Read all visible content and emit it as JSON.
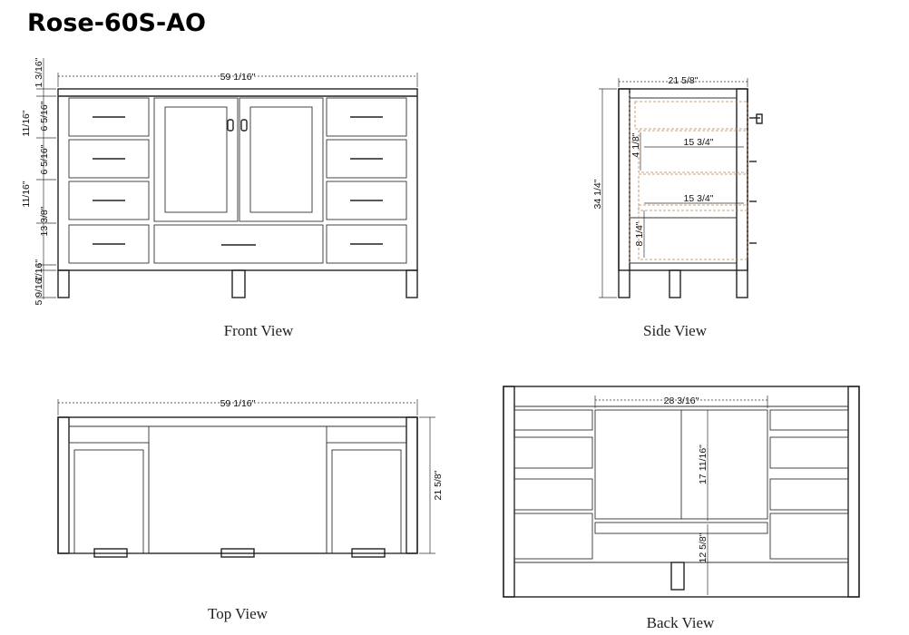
{
  "title": "Rose-60S-AO",
  "views": {
    "front": {
      "caption": "Front View",
      "width_label": "59 1/16\"",
      "dims": [
        "1 3/16\"",
        "11/16\"",
        "6 5/16\"",
        "6 5/16\"",
        "11/16\"",
        "13 3/8\"",
        "1/16\"",
        "5 9/16\""
      ]
    },
    "side": {
      "caption": "Side View",
      "depth_label": "21 5/8\"",
      "height_label": "34 1/4\"",
      "drawer_depth_1": "15 3/4\"",
      "drawer_depth_2": "15 3/4\"",
      "drawer_h_1": "4 1/8\"",
      "drawer_h_2": "8 1/4\""
    },
    "top": {
      "caption": "Top View",
      "width_label": "59 1/16\"",
      "depth_label": "21 5/8\""
    },
    "back": {
      "caption": "Back View",
      "opening_w": "28 3/16\"",
      "opening_h": "17 11/16\"",
      "bottom_h": "12 5/8\""
    }
  }
}
